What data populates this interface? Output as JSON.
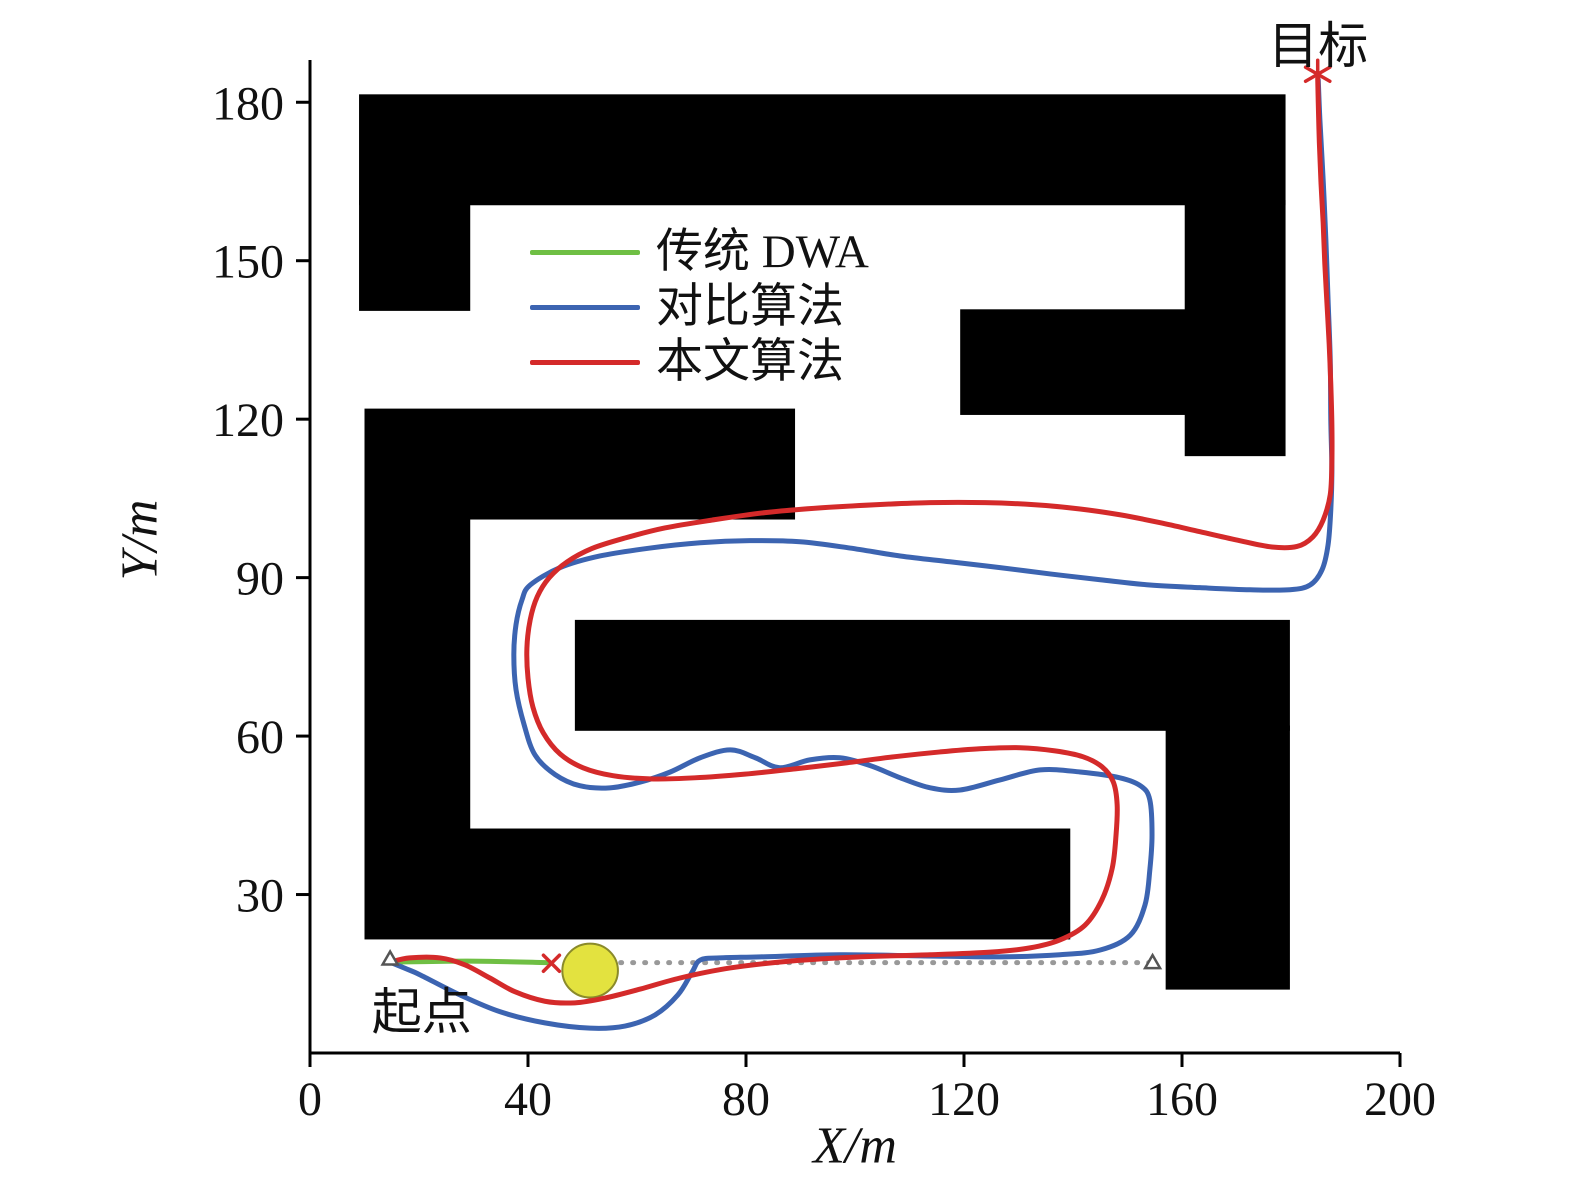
{
  "chart_data": {
    "type": "line",
    "title": "",
    "xlabel": "X/m",
    "ylabel": "Y/m",
    "xlim": [
      0,
      200
    ],
    "ylim": [
      0,
      188
    ],
    "x_ticks": [
      0,
      40,
      80,
      120,
      160,
      200
    ],
    "y_ticks": [
      30,
      60,
      90,
      120,
      150,
      180
    ],
    "grid": false,
    "colors": {
      "obstacle": "#000000",
      "axis": "#000000",
      "background": "#ffffff"
    },
    "legend": {
      "position": "upper-left-inside",
      "entries": [
        {
          "label": "传统 DWA",
          "color": "#6fbf44",
          "style": "solid"
        },
        {
          "label": "对比算法",
          "color": "#3c64b1",
          "style": "solid"
        },
        {
          "label": "本文算法",
          "color": "#d42a2a",
          "style": "solid"
        }
      ]
    },
    "annotations": {
      "goal": {
        "text": "目标",
        "x": 185,
        "y": 191.5
      },
      "start": {
        "text": "起点",
        "x": 20.5,
        "y": 8.5
      }
    },
    "obstacles": [
      {
        "x": 9,
        "y": 160.5,
        "w": 170,
        "h": 21
      },
      {
        "x": 9,
        "y": 140.5,
        "w": 20.4,
        "h": 21
      },
      {
        "x": 160.5,
        "y": 113,
        "w": 18.5,
        "h": 48.5
      },
      {
        "x": 119.3,
        "y": 120.8,
        "w": 41.5,
        "h": 20
      },
      {
        "x": 10,
        "y": 101,
        "w": 79,
        "h": 21
      },
      {
        "x": 10,
        "y": 42,
        "w": 19.4,
        "h": 60
      },
      {
        "x": 10,
        "y": 21.5,
        "w": 129.5,
        "h": 21
      },
      {
        "x": 48.6,
        "y": 61,
        "w": 131.2,
        "h": 21
      },
      {
        "x": 157,
        "y": 12,
        "w": 22.8,
        "h": 50
      }
    ],
    "round_obstacle": {
      "cx": 51.4,
      "cy": 15.6,
      "r": 5.1,
      "fill": "#e3e23f",
      "stroke": "#8a8a2a"
    },
    "series": [
      {
        "id": "reference-line",
        "label": "",
        "color": "#999999",
        "width": 5,
        "dash": "1 11",
        "points": [
          [
            57,
            17.1
          ],
          [
            154.3,
            17.1
          ]
        ]
      },
      {
        "id": "traditional-dwa",
        "label": "传统 DWA",
        "color": "#6fbf44",
        "width": 5,
        "points": [
          [
            14.7,
            17.2
          ],
          [
            29,
            17.4
          ],
          [
            43.7,
            17.1
          ]
        ]
      },
      {
        "id": "comparison",
        "label": "对比算法",
        "color": "#3c64b1",
        "width": 5,
        "points": [
          [
            14.7,
            17.2
          ],
          [
            17.5,
            16
          ],
          [
            20.2,
            14.8
          ],
          [
            27.5,
            11
          ],
          [
            34.9,
            7.8
          ],
          [
            43.1,
            5.7
          ],
          [
            51.4,
            4.7
          ],
          [
            57.8,
            5.1
          ],
          [
            63.3,
            7.2
          ],
          [
            67.5,
            11
          ],
          [
            70.1,
            15.3
          ],
          [
            71.6,
            17.6
          ],
          [
            75.2,
            18
          ],
          [
            82.6,
            18.2
          ],
          [
            97.2,
            18.6
          ],
          [
            111.9,
            18.4
          ],
          [
            126.6,
            18.2
          ],
          [
            137.6,
            18.6
          ],
          [
            145,
            19.5
          ],
          [
            150.5,
            22.3
          ],
          [
            153.2,
            28
          ],
          [
            154.1,
            34.7
          ],
          [
            154.5,
            41.3
          ],
          [
            154.1,
            47.9
          ],
          [
            152.5,
            50.5
          ],
          [
            148.6,
            52.1
          ],
          [
            141.3,
            53.2
          ],
          [
            134,
            53.6
          ],
          [
            126.6,
            51.7
          ],
          [
            119.3,
            49.8
          ],
          [
            113.8,
            50.2
          ],
          [
            108.3,
            52.1
          ],
          [
            102.8,
            54.4
          ],
          [
            97.2,
            55.9
          ],
          [
            91.7,
            55.5
          ],
          [
            86.2,
            54
          ],
          [
            81.7,
            55.9
          ],
          [
            77.1,
            57.4
          ],
          [
            71.6,
            55.9
          ],
          [
            66.1,
            53.2
          ],
          [
            60.6,
            51.3
          ],
          [
            55,
            50.2
          ],
          [
            49.5,
            50.6
          ],
          [
            45,
            52.7
          ],
          [
            41.3,
            56.4
          ],
          [
            39.3,
            62.1
          ],
          [
            37.8,
            68.8
          ],
          [
            37.4,
            75.4
          ],
          [
            37.8,
            81.1
          ],
          [
            38.9,
            85.8
          ],
          [
            40.4,
            88.6
          ],
          [
            45.9,
            91.9
          ],
          [
            53.2,
            94.1
          ],
          [
            62.4,
            95.6
          ],
          [
            71.6,
            96.6
          ],
          [
            80.7,
            97
          ],
          [
            89.9,
            96.8
          ],
          [
            99.1,
            95.6
          ],
          [
            108.3,
            94.1
          ],
          [
            117.4,
            93
          ],
          [
            126.6,
            91.9
          ],
          [
            135.8,
            90.7
          ],
          [
            145,
            89.6
          ],
          [
            154.1,
            88.6
          ],
          [
            163.3,
            88.1
          ],
          [
            172.5,
            87.7
          ],
          [
            179.8,
            87.7
          ],
          [
            183.5,
            88.6
          ],
          [
            185.7,
            91.5
          ],
          [
            186.8,
            96.2
          ],
          [
            187.3,
            102.8
          ],
          [
            187.5,
            110.4
          ],
          [
            187.3,
            119.9
          ],
          [
            187.2,
            131.2
          ],
          [
            186.8,
            142.6
          ],
          [
            186.4,
            153.9
          ],
          [
            185.9,
            165.3
          ],
          [
            185.3,
            176.7
          ],
          [
            185,
            184.3
          ]
        ]
      },
      {
        "id": "proposed",
        "label": "本文算法",
        "color": "#d42a2a",
        "width": 5,
        "points": [
          [
            14.7,
            17.2
          ],
          [
            18.3,
            18
          ],
          [
            23.9,
            18
          ],
          [
            28.4,
            16.7
          ],
          [
            33,
            14.2
          ],
          [
            37.6,
            11.6
          ],
          [
            43.1,
            9.8
          ],
          [
            48.6,
            9.5
          ],
          [
            54.1,
            10.4
          ],
          [
            60.6,
            12.1
          ],
          [
            67.9,
            14.2
          ],
          [
            77.1,
            16.1
          ],
          [
            88.1,
            17.4
          ],
          [
            100.9,
            18.2
          ],
          [
            113.8,
            18.6
          ],
          [
            124.8,
            19.1
          ],
          [
            132.1,
            19.9
          ],
          [
            137.6,
            21.4
          ],
          [
            142.2,
            24.2
          ],
          [
            145.3,
            29
          ],
          [
            147.2,
            35
          ],
          [
            147.9,
            41.3
          ],
          [
            148.1,
            47
          ],
          [
            147.4,
            51.3
          ],
          [
            145.3,
            54.2
          ],
          [
            141.8,
            56.1
          ],
          [
            136.7,
            57.2
          ],
          [
            130.3,
            57.8
          ],
          [
            122.9,
            57.6
          ],
          [
            115.6,
            57
          ],
          [
            107.3,
            56.1
          ],
          [
            98.2,
            54.9
          ],
          [
            89,
            53.8
          ],
          [
            79.8,
            52.8
          ],
          [
            70.6,
            52.1
          ],
          [
            62.4,
            51.9
          ],
          [
            55.6,
            52.5
          ],
          [
            50.1,
            54
          ],
          [
            45.9,
            56.6
          ],
          [
            42.8,
            60.6
          ],
          [
            40.9,
            65.5
          ],
          [
            40,
            71
          ],
          [
            39.8,
            76.7
          ],
          [
            40.4,
            82
          ],
          [
            41.7,
            86.4
          ],
          [
            43.9,
            90
          ],
          [
            47.2,
            93
          ],
          [
            51.7,
            95.5
          ],
          [
            57.8,
            97.5
          ],
          [
            65.1,
            99.4
          ],
          [
            73.8,
            100.9
          ],
          [
            83.5,
            102.3
          ],
          [
            93.6,
            103.2
          ],
          [
            103.7,
            103.8
          ],
          [
            113.8,
            104.2
          ],
          [
            123.9,
            104.2
          ],
          [
            133,
            103.8
          ],
          [
            141.3,
            103
          ],
          [
            148.6,
            101.9
          ],
          [
            156,
            100.4
          ],
          [
            163.3,
            98.7
          ],
          [
            170.6,
            97
          ],
          [
            176.5,
            95.8
          ],
          [
            181.1,
            95.9
          ],
          [
            184,
            97.7
          ],
          [
            185.9,
            100.9
          ],
          [
            187.2,
            105.7
          ],
          [
            187.5,
            111.9
          ],
          [
            187.5,
            119
          ],
          [
            187.3,
            126.6
          ],
          [
            187,
            134.3
          ],
          [
            186.6,
            141.9
          ],
          [
            186.2,
            149.5
          ],
          [
            185.9,
            157.2
          ],
          [
            185.5,
            164.8
          ],
          [
            185.2,
            172.4
          ],
          [
            185,
            180
          ],
          [
            184.9,
            184.5
          ]
        ]
      }
    ],
    "markers": [
      {
        "type": "triangle",
        "name": "start-triangle-marker",
        "x": 14.7,
        "y": 17.8,
        "color": "#555555"
      },
      {
        "type": "triangle",
        "name": "reference-end-triangle-marker",
        "x": 154.6,
        "y": 17.1,
        "color": "#555555"
      },
      {
        "type": "x",
        "name": "dwa-end-x-marker",
        "x": 44.3,
        "y": 17,
        "color": "#d42a2a"
      },
      {
        "type": "asterisk",
        "name": "goal-asterisk-marker",
        "x": 184.9,
        "y": 185.3,
        "color": "#d42a2a"
      }
    ]
  }
}
